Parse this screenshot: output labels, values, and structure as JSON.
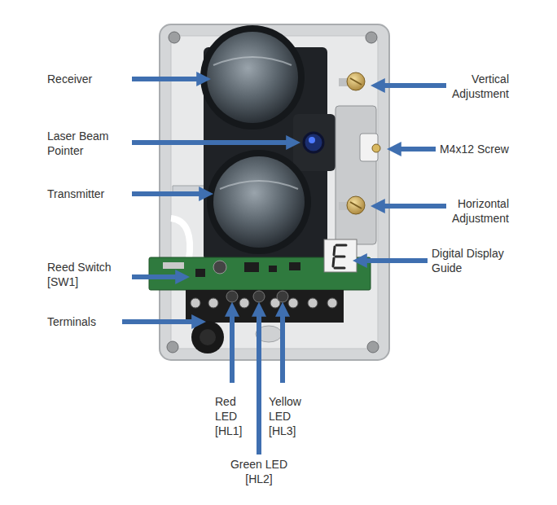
{
  "diagram": {
    "labels": [
      "Receiver",
      "Vertical Adjustment",
      "Laser Beam Pointer",
      "M4x12 Screw",
      "Transmitter",
      "Horizontal Adjustment",
      "Reed Switch [SW1]",
      "Digital Display Guide",
      "Terminals",
      "Red LED [HL1]",
      "Yellow LED [HL3]",
      "Green LED [HL2]"
    ]
  }
}
